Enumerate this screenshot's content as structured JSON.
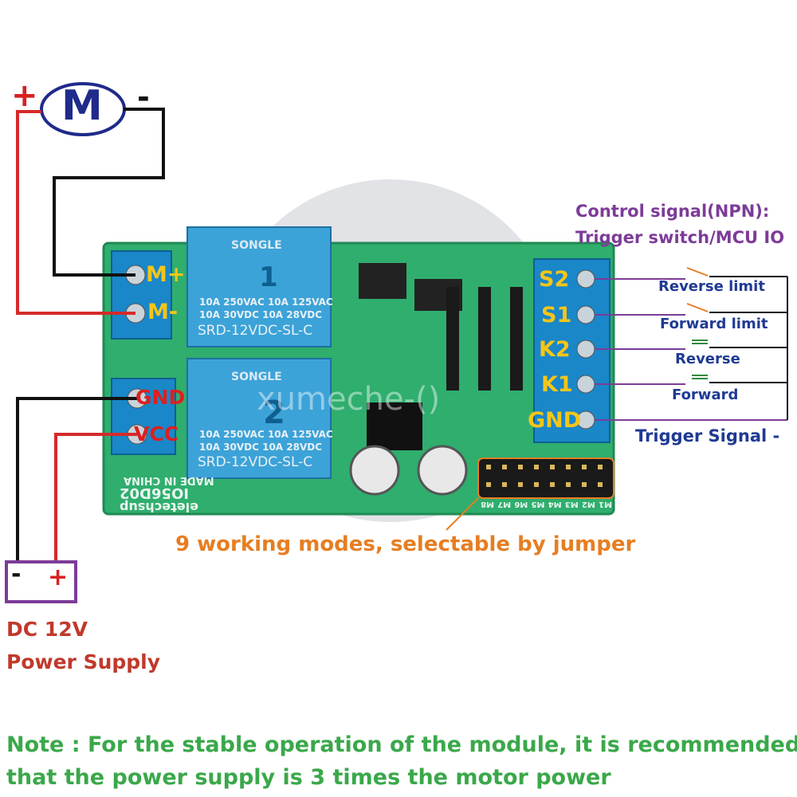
{
  "motor": {
    "letter": "M",
    "plus": "+",
    "minus": "-"
  },
  "board": {
    "terminals_left_motor": [
      "M+",
      "M-"
    ],
    "terminals_left_power": [
      "GND",
      "VCC"
    ],
    "terminals_right": [
      "S2",
      "S1",
      "K2",
      "K1",
      "GND"
    ],
    "relay_brand": "SONGLE",
    "relay_lines": [
      "10A 250VAC  10A 125VAC",
      "10A 30VDC   10A 28VDC",
      "SRD-12VDC-SL-C"
    ],
    "relay_numbers": [
      "1",
      "2"
    ],
    "model": "IO56D02",
    "maker": "eletechsup",
    "made_in": "MADE IN CHINA",
    "jumper_pins": [
      "M1",
      "M2",
      "M3",
      "M4",
      "M5",
      "M6",
      "M7",
      "M8"
    ]
  },
  "control_header": [
    "Control signal(NPN):",
    "Trigger switch/MCU IO"
  ],
  "switches": [
    "Reverse limit",
    "Forward limit",
    "Reverse",
    "Forward"
  ],
  "trigger_signal": "Trigger Signal -",
  "modes_note": "9 working modes, selectable by jumper",
  "power_supply": {
    "minus": "-",
    "plus": "+",
    "line1": "DC 12V",
    "line2": "Power Supply"
  },
  "note": [
    "Note : For the stable operation of the module, it is recommended",
    "that the power supply is 3 times the motor power"
  ],
  "watermark": "xumeche-()",
  "colors": {
    "pcb": "#2fae6e",
    "relay": "#3ca3d8",
    "terminal": "#1a87c9",
    "wire_red": "#d42a2a",
    "wire_black": "#111111",
    "wire_purple": "#7d3c98",
    "control_text": "#7d3c98",
    "switch_text": "#1f3a93",
    "modes_text": "#e67e22",
    "psu_text": "#c0392b",
    "note_text": "#3aa84a",
    "terminal_label": "#f5c518"
  }
}
